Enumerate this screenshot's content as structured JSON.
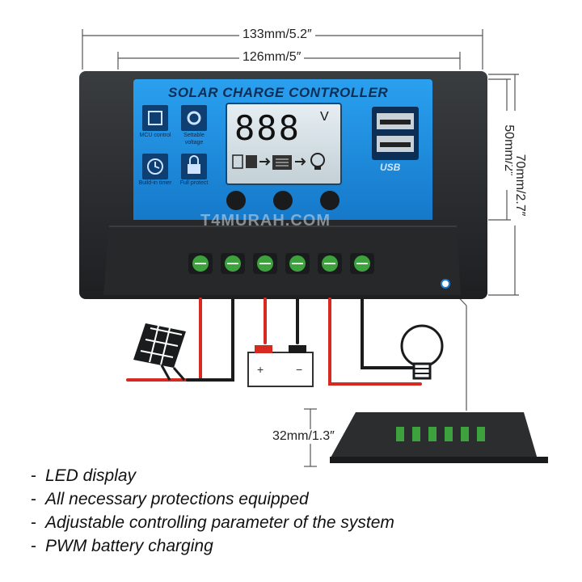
{
  "product": {
    "panel_title": "SOLAR CHARGE CONTROLLER",
    "lcd_reading": "888",
    "lcd_unit": "V",
    "watermark": "T4MURAH.COM",
    "usb_label": "USB",
    "feature_icons": [
      {
        "icon": "chip-icon",
        "label": "MCU control"
      },
      {
        "icon": "gear-icon",
        "label": "Settable voltage"
      },
      {
        "icon": "clock-icon",
        "label": "Build-in timer"
      },
      {
        "icon": "lock-icon",
        "label": "Full protect"
      }
    ],
    "buttons": [
      "menu-button",
      "down-button",
      "up-button"
    ]
  },
  "dimensions": {
    "overall_width": "133mm/5.2″",
    "hole_spacing": "126mm/5″",
    "panel_height": "50mm/2″",
    "overall_height": "70mm/2.7″",
    "thickness": "32mm/1.3″"
  },
  "features": [
    "LED display",
    "All necessary protections equipped",
    "Adjustable controlling parameter of the system",
    "PWM battery charging"
  ],
  "colors": {
    "panel_blue": "#1f8fe0",
    "housing": "#2a2c2e",
    "wire_red": "#d62a20",
    "terminal_green": "#3da23d"
  }
}
